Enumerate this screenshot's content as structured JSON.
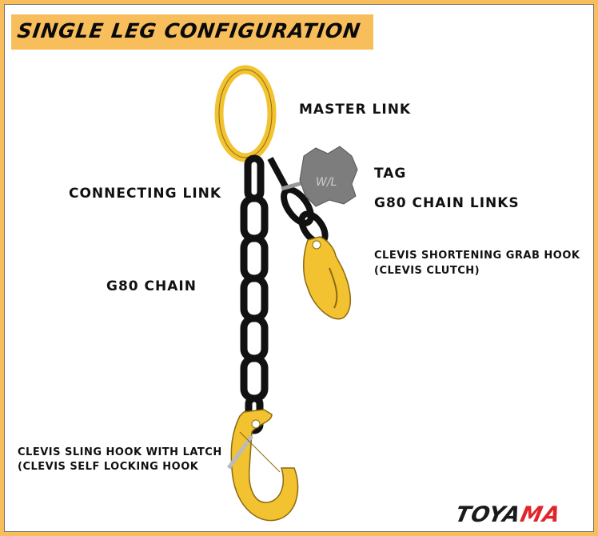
{
  "title": "SINGLE LEG CONFIGURATION",
  "labels": {
    "master_link": "MASTER LINK",
    "tag": "TAG",
    "g80_chain_links": "G80 CHAIN LINKS",
    "connecting_link": "CONNECTING LINK",
    "g80_chain": "G80 CHAIN",
    "grab_hook_1": "CLEVIS SHORTENING GRAB HOOK",
    "grab_hook_2": "(CLEVIS CLUTCH)",
    "sling_hook_1": "CLEVIS SLING HOOK WITH LATCH",
    "sling_hook_2": "(CLEVIS SELF LOCKING HOOK"
  },
  "logo": {
    "part1": "TOYA",
    "part2": "MA"
  },
  "colors": {
    "accent": "#F9BE5C",
    "hook": "#F2C230",
    "chain": "#111111",
    "logo_red": "#E0262B"
  }
}
